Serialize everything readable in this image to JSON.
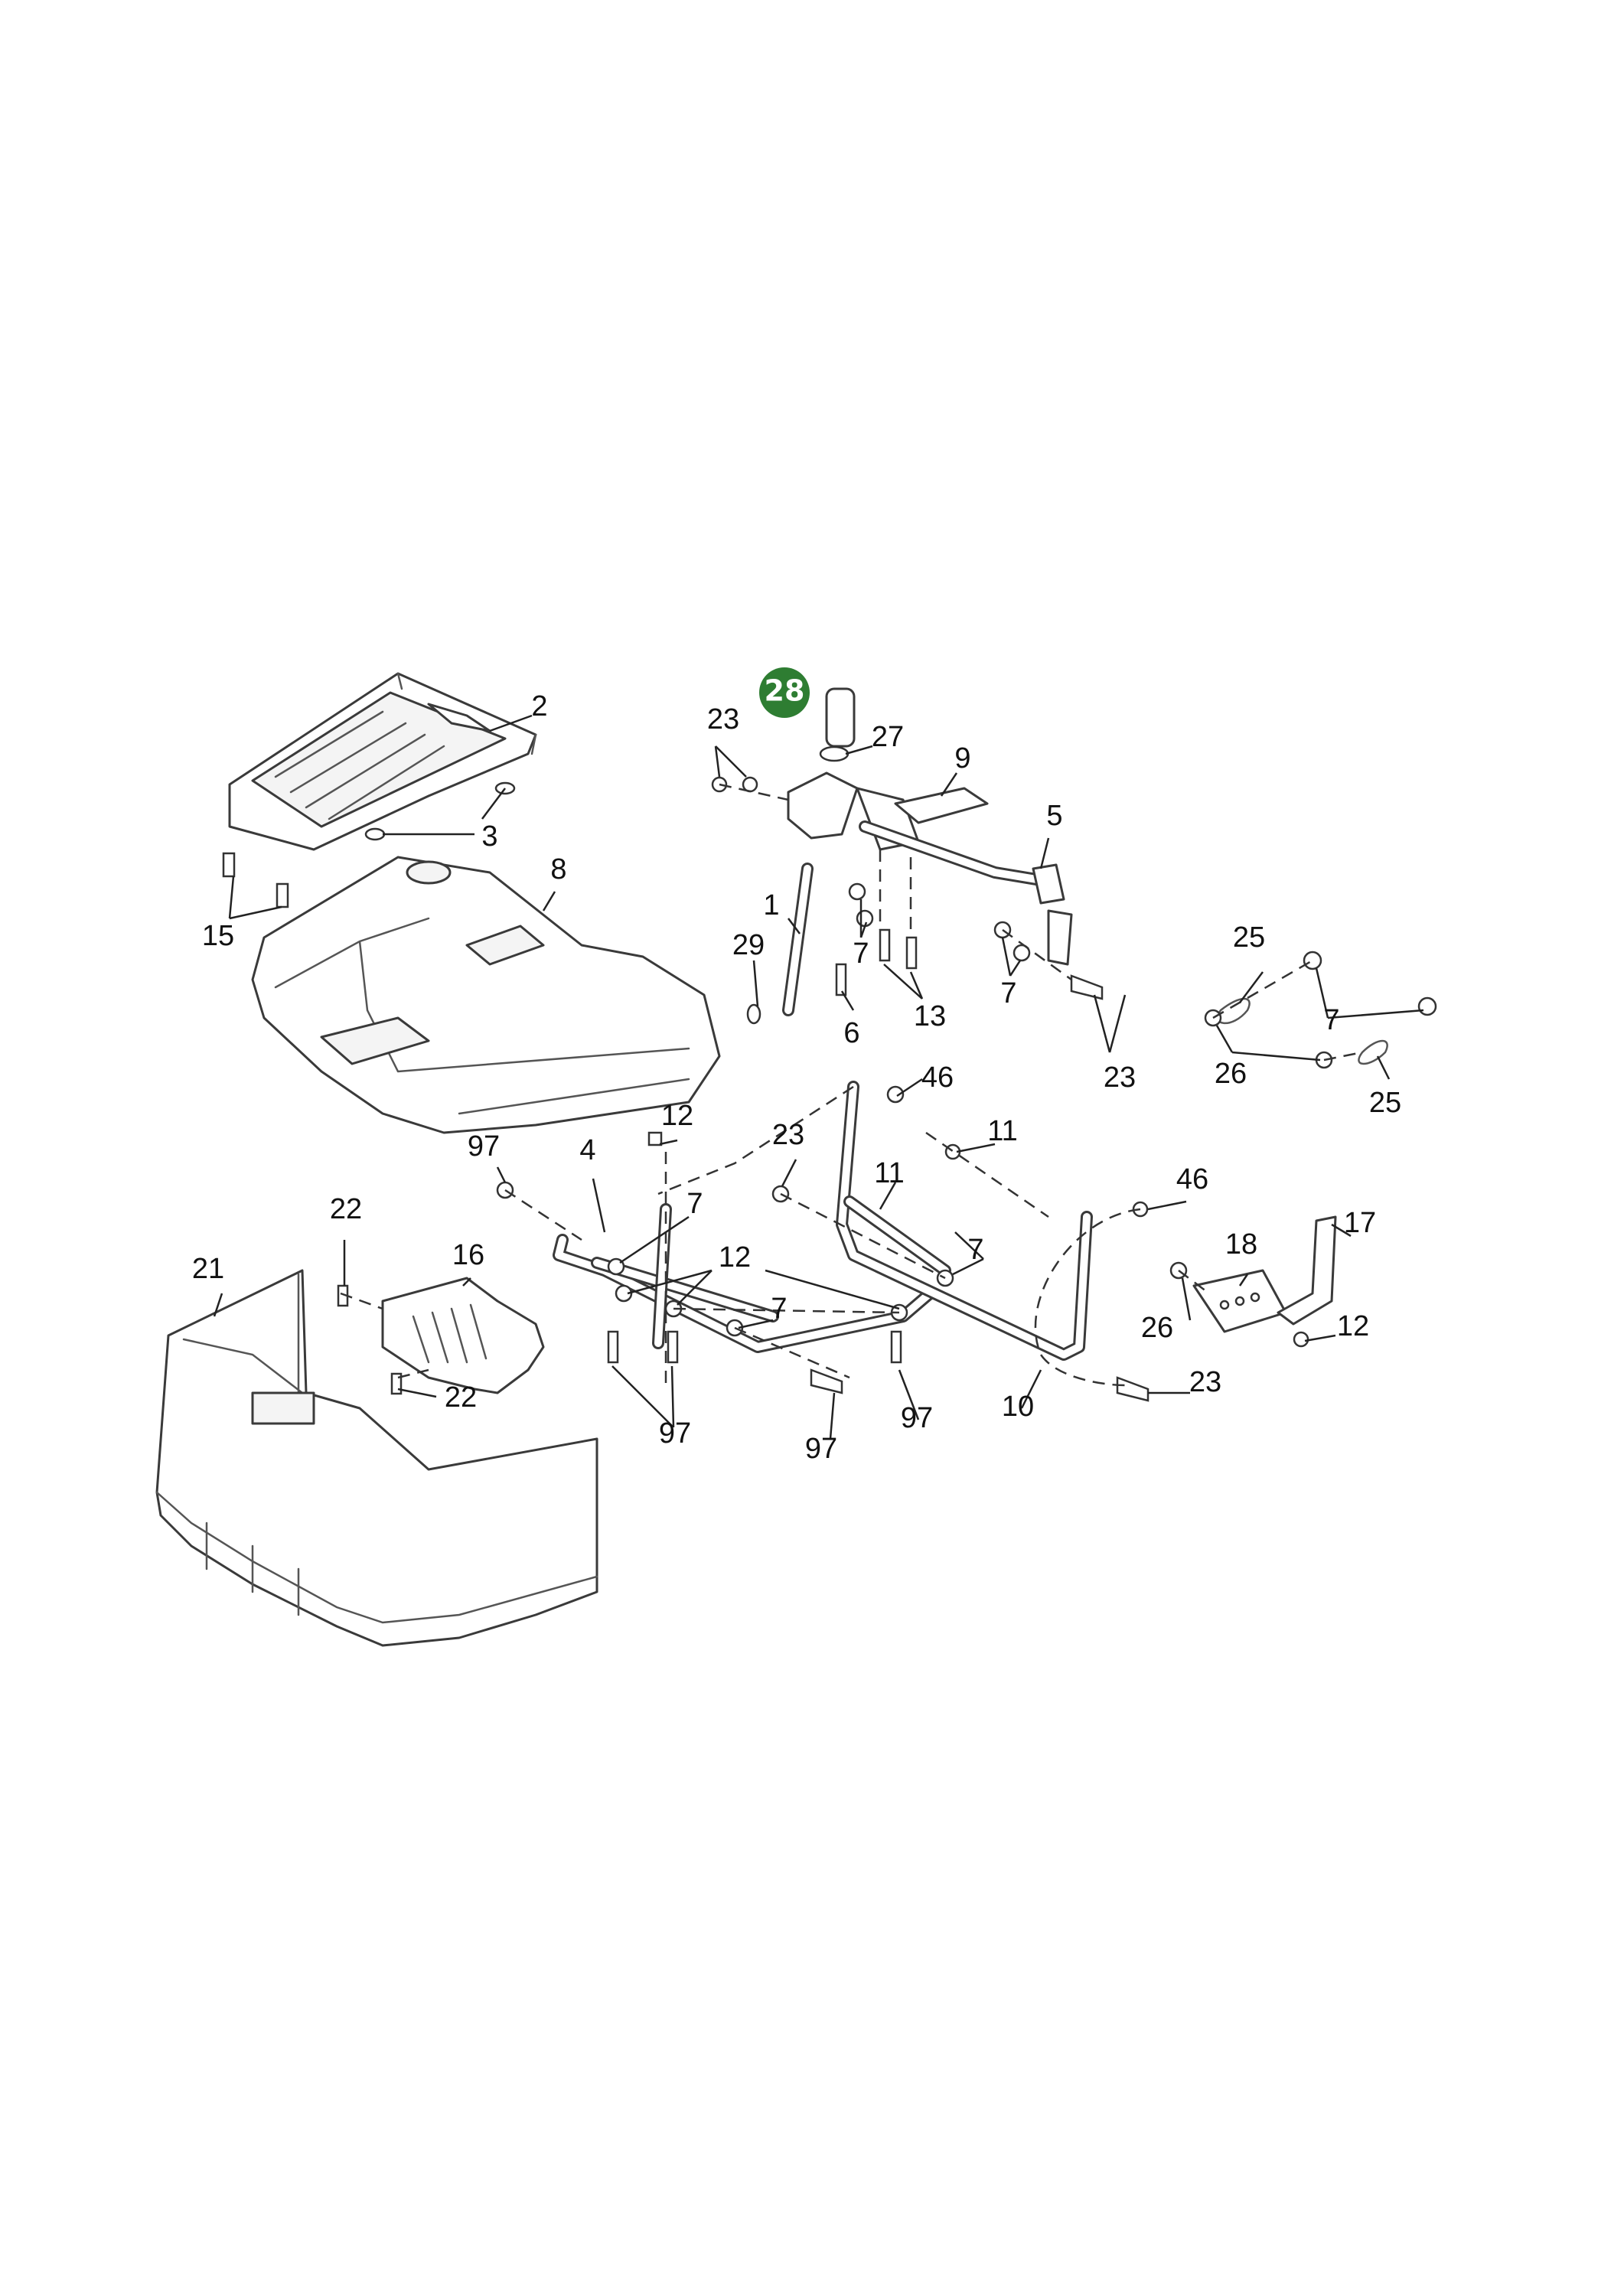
{
  "highlight": {
    "label": "28",
    "color": "#2e7d32"
  },
  "callouts": {
    "c_2": "2",
    "c_3": "3",
    "c_15": "15",
    "c_8": "8",
    "c_23a": "23",
    "c_27": "27",
    "c_9": "9",
    "c_5": "5",
    "c_1": "1",
    "c_29": "29",
    "c_7a": "7",
    "c_13": "13",
    "c_6": "6",
    "c_7b": "7",
    "c_23b": "23",
    "c_25a": "25",
    "c_7c": "7",
    "c_26a": "26",
    "c_25b": "25",
    "c_46a": "46",
    "c_12a": "12",
    "c_97a": "97",
    "c_4": "4",
    "c_23c": "23",
    "c_11a": "11",
    "c_11b": "11",
    "c_7d": "7",
    "c_46b": "46",
    "c_7e": "7",
    "c_22a": "22",
    "c_16": "16",
    "c_21": "21",
    "c_12b": "12",
    "c_18": "18",
    "c_17": "17",
    "c_7f": "7",
    "c_26b": "26",
    "c_12c": "12",
    "c_22b": "22",
    "c_23d": "23",
    "c_97b": "97",
    "c_97c": "97",
    "c_97d": "97",
    "c_10": "10"
  }
}
